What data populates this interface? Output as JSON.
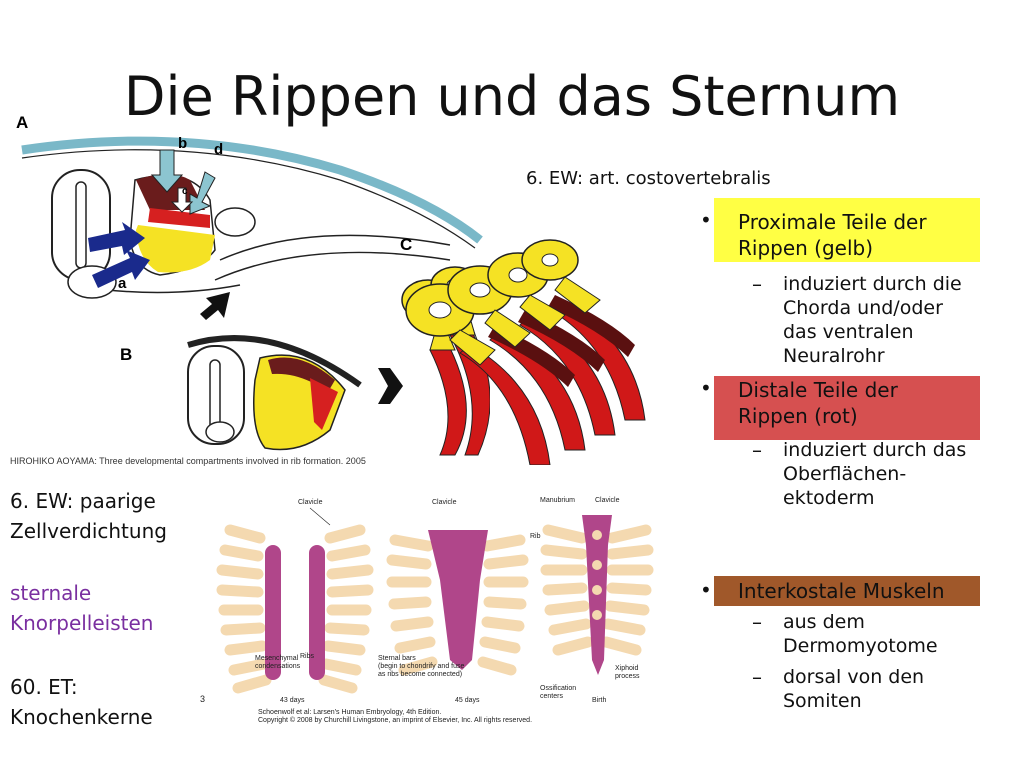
{
  "slide": {
    "title": "Die Rippen und das Sternum",
    "figure_top": {
      "label_a_upper": "A",
      "label_b_upper": "B",
      "label_c_upper": "C",
      "label_a": "a",
      "label_b": "b",
      "label_c": "c",
      "label_d": "d",
      "caption": "HIROHIKO AOYAMA: Three developmental compartments involved in rib formation. 2005"
    },
    "figure_bottom": {
      "clavicle_1": "Clavicle",
      "clavicle_2": "Clavicle",
      "manubrium": "Manubrium",
      "clavicle_3": "Clavicle",
      "rib_label": "Rib",
      "mesenchymal": "Mesenchymal",
      "condensations": "condensations",
      "ribs": "Ribs",
      "sternal_bars_1": "Sternal bars",
      "sternal_bars_2": "(begin to chondrify and fuse",
      "sternal_bars_3": "as ribs become connected)",
      "ossification_1": "Ossification",
      "ossification_2": "centers",
      "xiphoid_1": "Xiphoid",
      "xiphoid_2": "process",
      "day_43": "43 days",
      "day_45": "45 days",
      "birth": "Birth",
      "num_3": "3",
      "credit_1": "Schoenwolf et al: Larsen's Human Embryology, 4th Edition.",
      "credit_2": "Copyright © 2008 by Churchill Livingstone, an imprint of Elsevier, Inc. All rights reserved."
    },
    "right_heading": "6. EW: art. costovertebralis",
    "bullets": [
      {
        "text_1": "Proximale Teile der",
        "text_2": "Rippen (gelb)",
        "highlight": "#ffff44",
        "sub": [
          "induziert durch die",
          "Chorda und/oder",
          "das ventralen",
          "Neuralrohr"
        ]
      },
      {
        "text_1": "Distale Teile der",
        "text_2": "Rippen (rot)",
        "highlight": "#d65050",
        "sub": [
          "induziert durch das",
          "Oberflächen-",
          "ektoderm"
        ]
      },
      {
        "text_1": "Interkostale Muskeln",
        "highlight": "#a0582a",
        "sub_a": [
          "aus dem",
          "Dermomyotome"
        ],
        "sub_b": [
          "dorsal von den",
          "Somiten"
        ]
      }
    ],
    "left_notes": {
      "l1": "6. EW: paarige",
      "l2": "Zellverdichtung",
      "l3": "sternale",
      "l4": "Knorpelleisten",
      "l5": "60. ET:",
      "l6": "Knochenkerne",
      "accent": "#7a2fa0"
    },
    "bullet_symbol": "•",
    "dash_symbol": "–"
  }
}
